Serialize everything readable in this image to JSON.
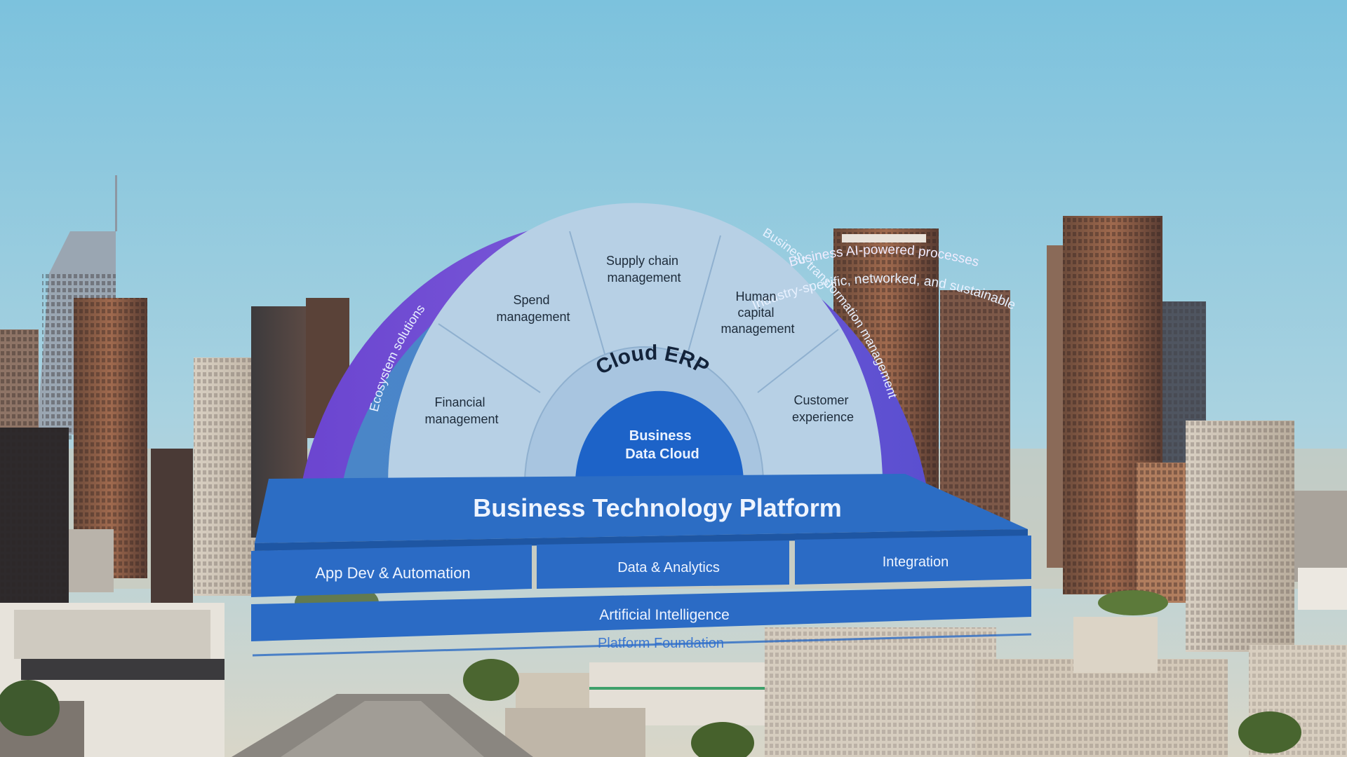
{
  "diagram": {
    "outer_ring_label": "Business AI-powered processes",
    "middle_ring_top_label": "Industry-specific, networked, and sustainable",
    "middle_ring_left_label": "Ecosystem solutions",
    "middle_ring_right_label": "Business transformation management",
    "center_label": "Cloud ERP",
    "core_label_line1": "Business",
    "core_label_line2": "Data Cloud",
    "segments": [
      {
        "lines": [
          "Financial",
          "management"
        ]
      },
      {
        "lines": [
          "Spend",
          "management"
        ]
      },
      {
        "lines": [
          "Supply chain",
          "management"
        ]
      },
      {
        "lines": [
          "Human",
          "capital",
          "management"
        ]
      },
      {
        "lines": [
          "Customer",
          "experience"
        ]
      }
    ],
    "platform_title": "Business Technology Platform",
    "platform_modules": [
      "App Dev & Automation",
      "Data & Analytics",
      "Integration"
    ],
    "ai_layer": "Artificial Intelligence",
    "foundation": "Platform Foundation"
  },
  "colors": {
    "sky_top": "#7fc3de",
    "sky_bottom": "#c9dde0",
    "outer_ring": "#6a4fc9",
    "middle_ring": "#4b86c9",
    "inner_segments": "#b9d2e6",
    "core": "#1c64c7",
    "platform": "#2a6cc4"
  }
}
